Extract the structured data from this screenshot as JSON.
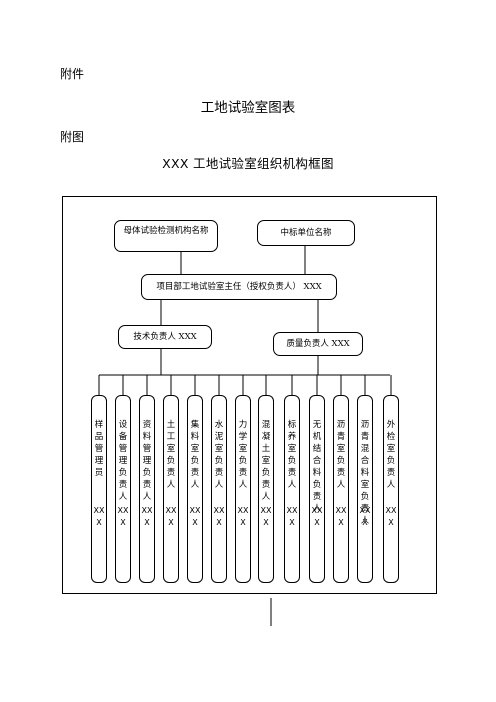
{
  "header": {
    "attachment_label": "附件",
    "title": "工地试验室图表",
    "figure_label": "附图",
    "chart_title": "XXX 工地试验室组织机构框图"
  },
  "org": {
    "parent_org": "母体试验检测机构名称",
    "bidder": "中标单位名称",
    "director": "项目部工地试验室主任（授权负责人）  XXX",
    "tech_lead": "技术负责人  XXX",
    "quality_lead": "质量负责人  XXX",
    "departments": [
      {
        "label": "样品管理员",
        "person": "XXX"
      },
      {
        "label": "设备管理负责人",
        "person": "XXX"
      },
      {
        "label": "资料管理负责人",
        "person": "XXX"
      },
      {
        "label": "土工室负责人",
        "person": "XXX"
      },
      {
        "label": "集料室负责人",
        "person": "XXX"
      },
      {
        "label": "水泥室负责人",
        "person": "XXX"
      },
      {
        "label": "力学室负责人",
        "person": "XXX"
      },
      {
        "label": "混凝土室负责人",
        "person": "XXX"
      },
      {
        "label": "标养室负责人",
        "person": "XXX"
      },
      {
        "label": "无机结合料负责人",
        "person": "XXX"
      },
      {
        "label": "沥青室负责人",
        "person": "XXX"
      },
      {
        "label": "沥青混合料室负责人",
        "person": "XXX"
      },
      {
        "label": "外检室负责人",
        "person": "XXX"
      }
    ]
  }
}
